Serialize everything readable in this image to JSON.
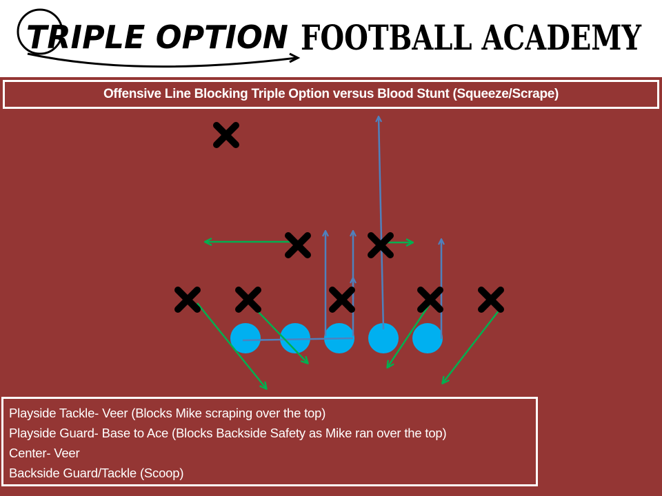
{
  "logo": {
    "left_text": "TRIPLE OPTION",
    "right_text": "FOOTBALL ACADEMY"
  },
  "title": "Offensive Line Blocking Triple Option versus Blood Stunt (Squeeze/Scrape)",
  "notes": [
    "Playside Tackle- Veer (Blocks Mike scraping over the top)",
    "Playside Guard- Base to Ace (Blocks Backside Safety as Mike ran over the top)",
    "Center- Veer",
    "Backside Guard/Tackle (Scoop)"
  ],
  "colors": {
    "field": "#943634",
    "offense": "#00b0f0",
    "defense": "#000000",
    "blue_route": "#4f81bd",
    "green_route": "#00b050",
    "text": "#ffffff"
  },
  "icons": [
    "defender-x-icon",
    "offensive-lineman-circle-icon",
    "arrow-icon"
  ]
}
